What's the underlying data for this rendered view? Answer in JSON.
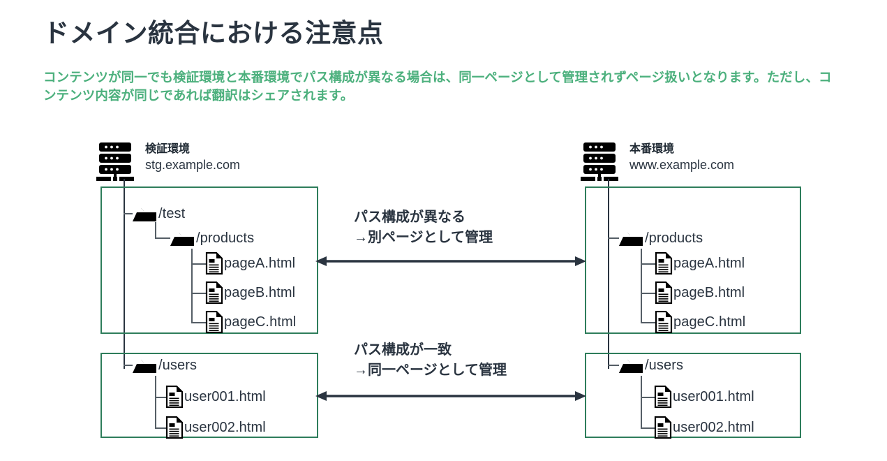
{
  "header": {
    "title": "ドメイン統合における注意点",
    "subtitle": "コンテンツが同一でも検証環境と本番環境でパス構成が異なる場合は、同一ページとして管理されずページ扱いとなります。ただし、コンテンツ内容が同じであれば翻訳はシェアされます。"
  },
  "colors": {
    "title": "#2a3440",
    "subtitle_green": "#4cb07d",
    "box_border_green": "#2e7d5b",
    "line_dark": "#2a3440",
    "connector_gray": "#555e66"
  },
  "environments": {
    "left": {
      "name": "検証環境",
      "domain": "stg.example.com",
      "icon": "server-rack-icon",
      "groups": [
        {
          "id": "left-top",
          "nodes": [
            {
              "type": "folder",
              "label": "/test",
              "depth": 0
            },
            {
              "type": "folder",
              "label": "/products",
              "depth": 1
            },
            {
              "type": "file",
              "label": "pageA.html",
              "depth": 2
            },
            {
              "type": "file",
              "label": "pageB.html",
              "depth": 2
            },
            {
              "type": "file",
              "label": "pageC.html",
              "depth": 2
            }
          ]
        },
        {
          "id": "left-bottom",
          "nodes": [
            {
              "type": "folder",
              "label": "/users",
              "depth": 0
            },
            {
              "type": "file",
              "label": "user001.html",
              "depth": 1
            },
            {
              "type": "file",
              "label": "user002.html",
              "depth": 1
            }
          ]
        }
      ]
    },
    "right": {
      "name": "本番環境",
      "domain": "www.example.com",
      "icon": "server-rack-icon",
      "groups": [
        {
          "id": "right-top",
          "nodes": [
            {
              "type": "folder",
              "label": "/products",
              "depth": 0
            },
            {
              "type": "file",
              "label": "pageA.html",
              "depth": 1
            },
            {
              "type": "file",
              "label": "pageB.html",
              "depth": 1
            },
            {
              "type": "file",
              "label": "pageC.html",
              "depth": 1
            }
          ]
        },
        {
          "id": "right-bottom",
          "nodes": [
            {
              "type": "folder",
              "label": "/users",
              "depth": 0
            },
            {
              "type": "file",
              "label": "user001.html",
              "depth": 1
            },
            {
              "type": "file",
              "label": "user002.html",
              "depth": 1
            }
          ]
        }
      ]
    }
  },
  "annotations": {
    "top": {
      "line1": "パス構成が異なる",
      "line2": "→別ページとして管理",
      "connector": "double-headed-arrow"
    },
    "bottom": {
      "line1": "パス構成が一致",
      "line2": "→同一ページとして管理",
      "connector": "double-headed-arrow"
    }
  }
}
